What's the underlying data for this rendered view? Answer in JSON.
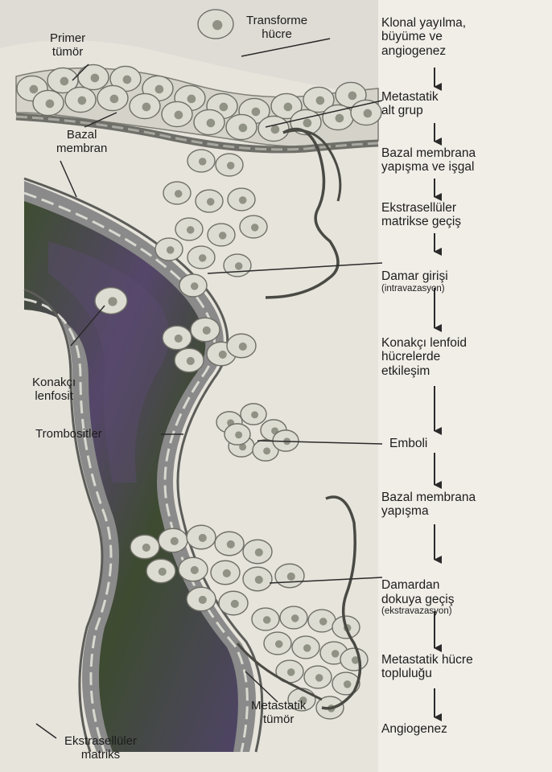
{
  "diagram": {
    "steps": [
      {
        "id": "s1",
        "text": "Klonal yayılma,\nbüyüme ve\nangiogenez"
      },
      {
        "id": "s2",
        "text": "Metastatik\nalt grup"
      },
      {
        "id": "s3",
        "text": "Bazal membrana\nyapışma ve işgal"
      },
      {
        "id": "s4",
        "text": "Ekstrasellüler\nmatrikse geçiş"
      },
      {
        "id": "s5",
        "text": "Damar girişi",
        "sub": "(intravazasyon)"
      },
      {
        "id": "s6",
        "text": "Konakçı lenfoid\nhücrelerde\netkileşim"
      },
      {
        "id": "s7",
        "text": "Emboli"
      },
      {
        "id": "s8",
        "text": "Bazal membrana\nyapışma"
      },
      {
        "id": "s9",
        "text": "Damardan\ndokuya geçiş",
        "sub": "(ekstravazasyon)"
      },
      {
        "id": "s10",
        "text": "Metastatik hücre\ntopluluğu"
      },
      {
        "id": "s11",
        "text": "Angiogenez"
      }
    ],
    "labels": {
      "transformed_cell": "Transforme\nhücre",
      "primary_tumor": "Primer\ntümör",
      "basal_membrane": "Bazal\nmembran",
      "host_lymphocyte": "Konakçı\nlenfosit",
      "platelets": "Trombositler",
      "metastatic_tumor": "Metastatik\ntümör",
      "extracellular_matrix": "Ekstrasellüler\nmatriks"
    }
  },
  "colors": {
    "background": "#f1eee8",
    "vessel_wall": "#8a8a8a",
    "vessel_lumen": "#3f4f33",
    "vessel_lumen_purple": "#55466a",
    "cell_fill": "#dddcd2",
    "nucleus": "#8f9284",
    "text": "#1d1d1d",
    "arrow": "#2a2a2a"
  }
}
